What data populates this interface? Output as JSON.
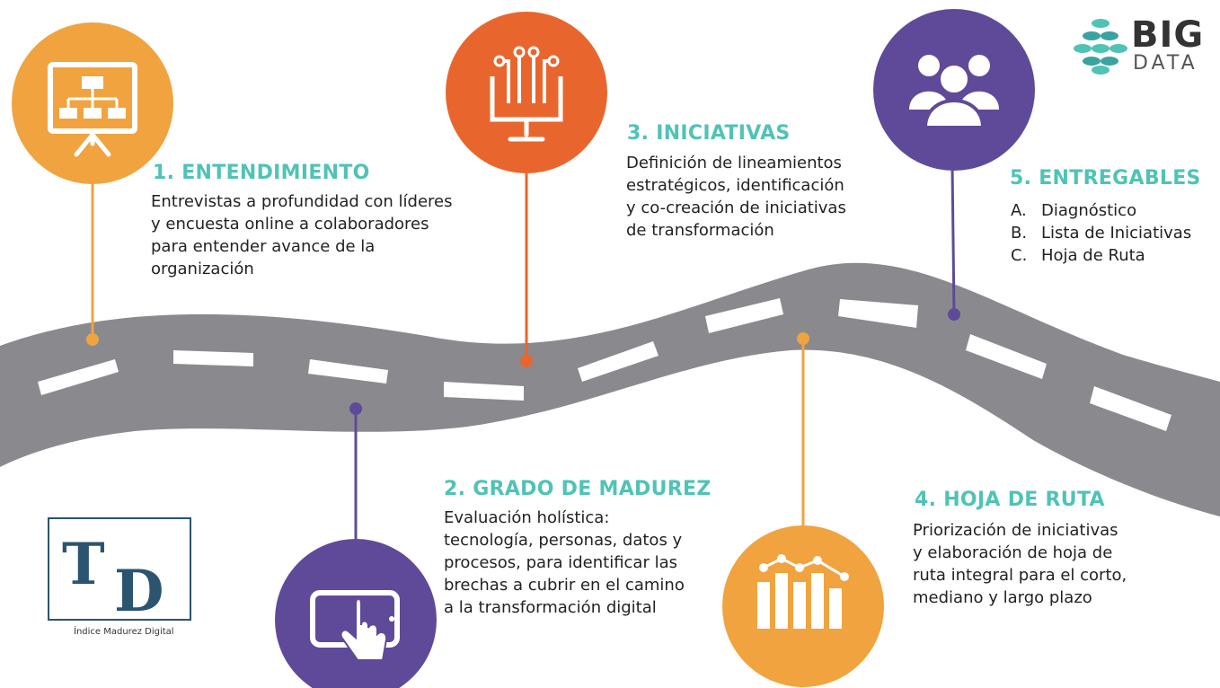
{
  "logo_big": {
    "word1": "BIG",
    "word2": "DATA",
    "accent": "#4fc3b6"
  },
  "logo_td": {
    "letters": "TD",
    "caption": "Índice Madurez Digital",
    "color": "#2b5470"
  },
  "colors": {
    "orange_light": "#f0a33e",
    "orange_dark": "#e8662d",
    "purple": "#5f4a99",
    "road": "#8a8a8e",
    "title": "#4fc3b6"
  },
  "steps": [
    {
      "title": "1. ENTENDIMIENTO",
      "icon": "org-chart-presentation-icon",
      "lines": [
        "Entrevistas a profundidad con líderes",
        "y encuesta online a colaboradores",
        "para entender avance de la",
        "organización"
      ]
    },
    {
      "title": "2. GRADO DE MADUREZ",
      "icon": "tablet-touch-icon",
      "lines": [
        "Evaluación holística:",
        "tecnología, personas, datos y",
        "procesos, para identificar las",
        "brechas a cubrir en el camino",
        "a la transformación digital"
      ]
    },
    {
      "title": "3. INICIATIVAS",
      "icon": "computer-circuit-icon",
      "lines": [
        "Definición de lineamientos",
        "estratégicos, identificación",
        "y co-creación de iniciativas",
        "de transformación"
      ]
    },
    {
      "title": "4. HOJA DE RUTA",
      "icon": "bar-chart-icon",
      "lines": [
        "Priorización de iniciativas",
        "y elaboración de hoja de",
        "ruta integral para el corto,",
        "mediano y largo plazo"
      ]
    },
    {
      "title": "5. ENTREGABLES",
      "icon": "people-group-icon",
      "items": [
        {
          "letter": "A.",
          "text": "Diagnóstico"
        },
        {
          "letter": "B.",
          "text": "Lista de Iniciativas"
        },
        {
          "letter": "C.",
          "text": "Hoja de Ruta"
        }
      ]
    }
  ]
}
